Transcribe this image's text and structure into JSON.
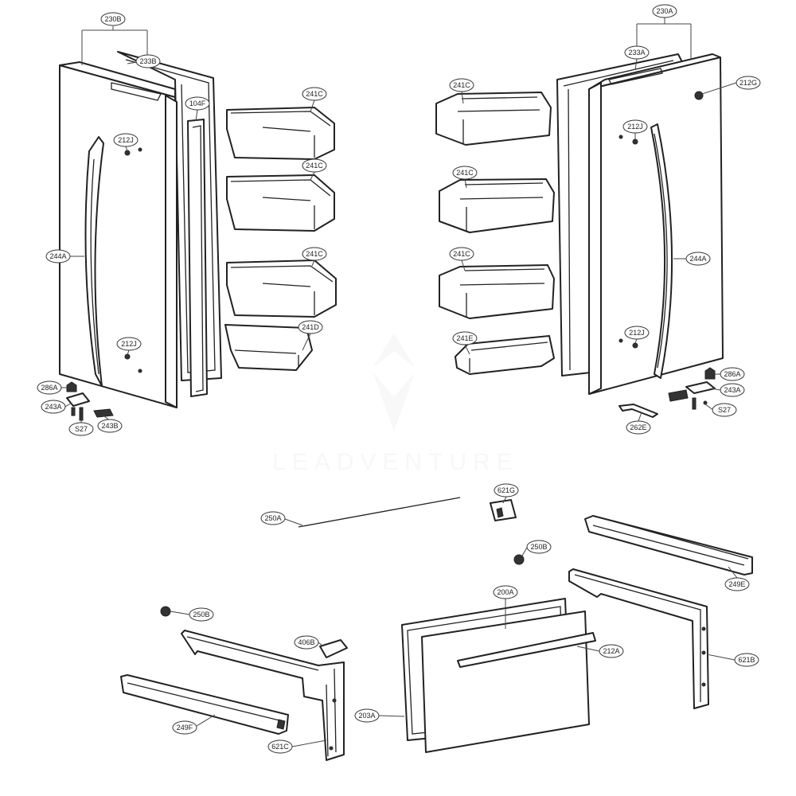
{
  "watermark": {
    "text": "LEADVENTURE"
  },
  "labels": {
    "l230B": "230B",
    "l233B": "233B",
    "l104F": "104F",
    "l241C_l1": "241C",
    "l241C_l2": "241C",
    "l241C_l3": "241C",
    "l241D": "241D",
    "l212J_l1": "212J",
    "l212J_l2": "212J",
    "l244A_l": "244A",
    "l286A_l": "286A",
    "l243A_l": "243A",
    "lS27_l": "S27",
    "l243B": "243B",
    "l230A": "230A",
    "l233A": "233A",
    "l212G": "212G",
    "l241C_r1": "241C",
    "l241C_r2": "241C",
    "l241C_r3": "241C",
    "l241E": "241E",
    "l212J_r1": "212J",
    "l212J_r2": "212J",
    "l244A_r": "244A",
    "l286A_r": "286A",
    "l243A_r": "243A",
    "lS27_r": "S27",
    "l262E": "262E",
    "l621G": "621G",
    "l250A": "250A",
    "l250B_r": "250B",
    "l249E": "249E",
    "l250B_l": "250B",
    "l200A": "200A",
    "l212A": "212A",
    "l621B": "621B",
    "l406B": "406B",
    "l249F": "249F",
    "l621C": "621C",
    "l203A": "203A"
  }
}
